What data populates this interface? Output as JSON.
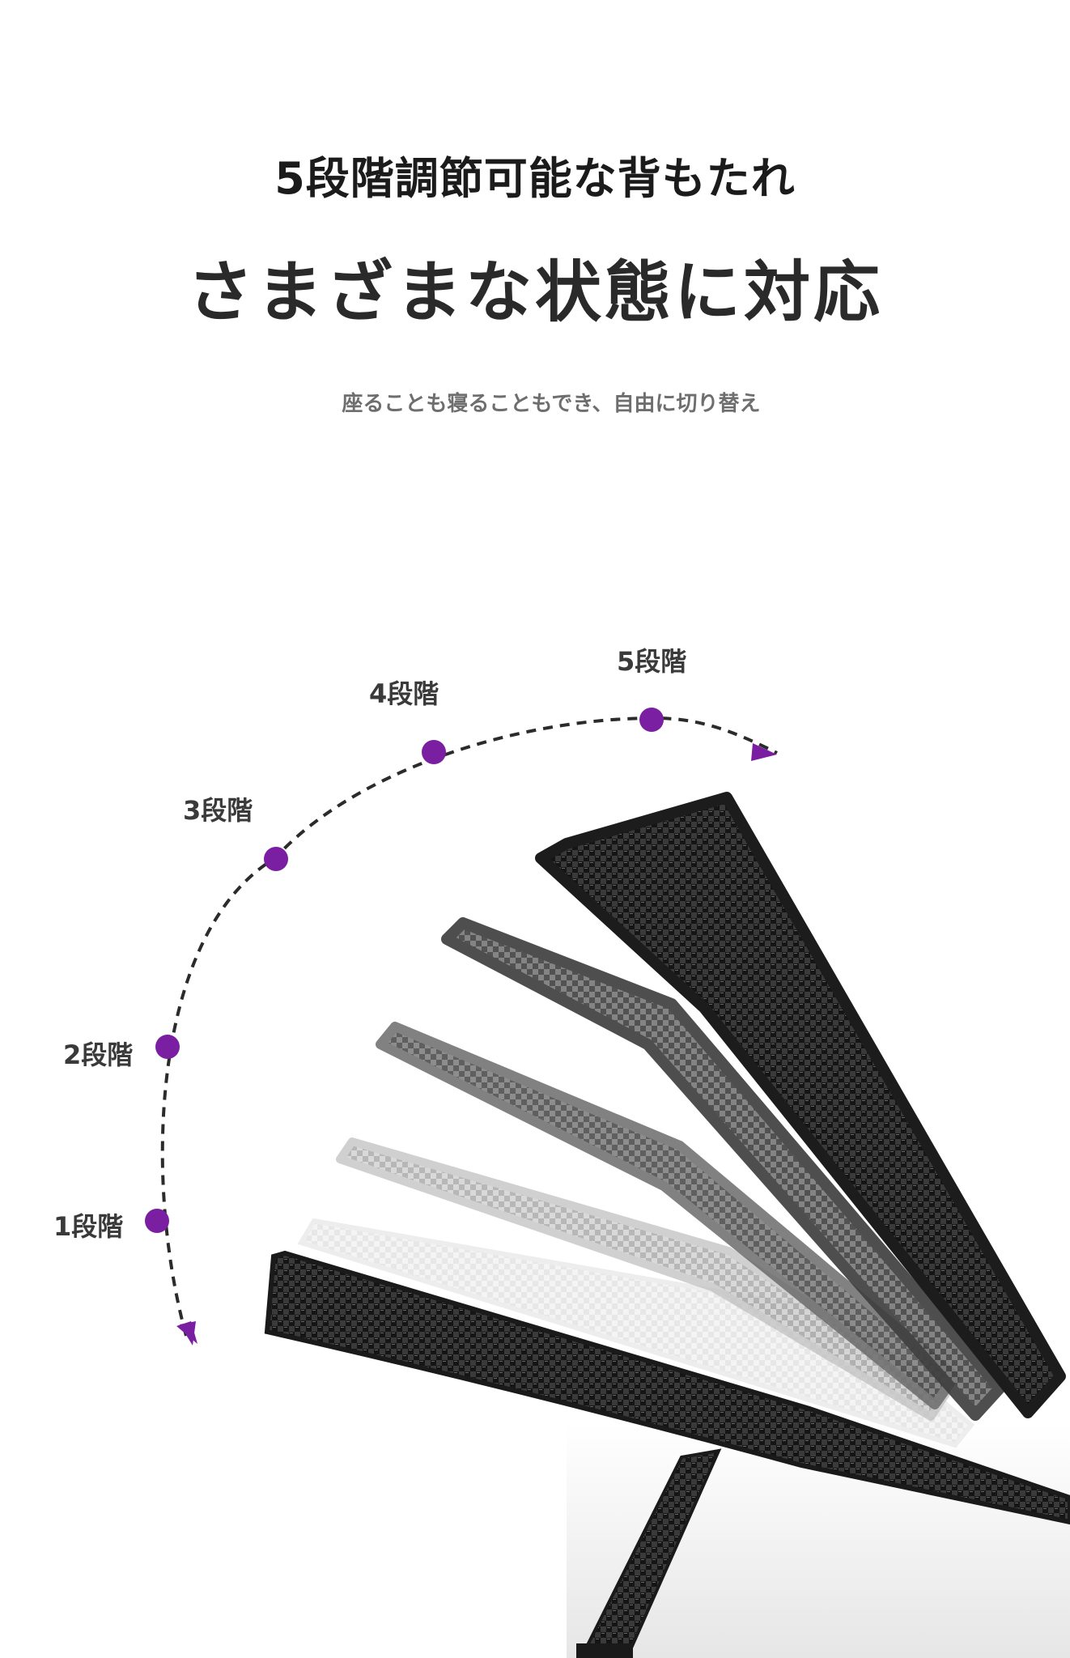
{
  "heading": {
    "line1": "5段階調節可能な背もたれ",
    "line2": "さまざまな状態に対応",
    "subtitle": "座ることも寝ることもでき、自由に切り替え"
  },
  "stages": [
    {
      "label": "1段階"
    },
    {
      "label": "2段階"
    },
    {
      "label": "3段階"
    },
    {
      "label": "4段階"
    },
    {
      "label": "5段階"
    }
  ],
  "colors": {
    "accent": "#7b1fa2",
    "arc": "#2b2b2b",
    "wicker_dark": "#2f2f2f",
    "wicker_light": "#cfcfcf"
  }
}
